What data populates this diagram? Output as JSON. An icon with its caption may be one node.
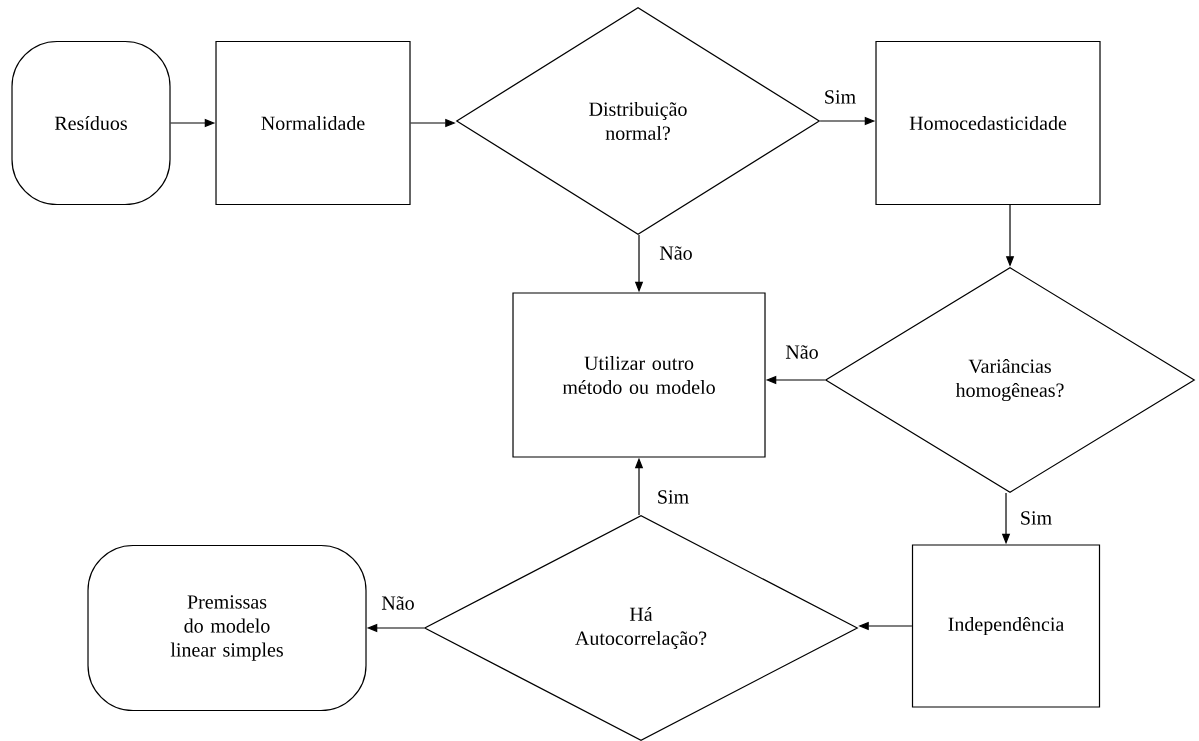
{
  "diagram": {
    "nodes": [
      {
        "text": [
          "Resíduos"
        ]
      },
      {
        "text": [
          "Normalidade"
        ]
      },
      {
        "text": [
          "Distribuição normal?"
        ]
      },
      {
        "text": [
          "Homocedasticidade"
        ]
      },
      {
        "text": [
          "Utilizar outro método ou modelo"
        ]
      },
      {
        "text": [
          "Variâncias homogêneas?"
        ]
      },
      {
        "text": [
          "Independência"
        ]
      },
      {
        "text": [
          "Há Autocorrelação?"
        ]
      },
      {
        "text": [
          "Premissas do modelo linear simples"
        ]
      }
    ],
    "edges": [
      {
        "from": 0,
        "to": 1,
        "arrow": "to"
      },
      {
        "from": 1,
        "to": 2,
        "arrow": "to"
      },
      {
        "from": 2,
        "to": 3,
        "arrow": "to",
        "label": "Sim"
      },
      {
        "from": 2,
        "to": 4,
        "arrow": "to",
        "label": "Não"
      },
      {
        "from": 3,
        "to": 5,
        "arrow": "to"
      },
      {
        "from": 5,
        "to": 4,
        "arrow": "to",
        "label": "Não"
      },
      {
        "from": 5,
        "to": 6,
        "arrow": "to",
        "label": "Sim"
      },
      {
        "from": 6,
        "to": 7,
        "arrow": "to"
      },
      {
        "from": 7,
        "to": 4,
        "arrow": "to",
        "label": "Sim"
      },
      {
        "from": 7,
        "to": 8,
        "arrow": "to",
        "label": "Não"
      }
    ]
  }
}
